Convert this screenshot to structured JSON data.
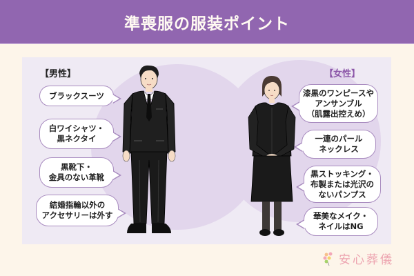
{
  "header": {
    "title": "準喪服の服装ポイント",
    "bg_color": "#9166b0"
  },
  "male": {
    "label": "【男性】",
    "points": [
      {
        "lines": [
          "ブラックスーツ"
        ]
      },
      {
        "lines": [
          "白ワイシャツ・",
          "黒ネクタイ"
        ]
      },
      {
        "lines": [
          "黒靴下・",
          "金具のない革靴"
        ]
      },
      {
        "lines": [
          "結婚指輪以外の",
          "アクセサリーは外す"
        ]
      }
    ]
  },
  "female": {
    "label": "【女性】",
    "points": [
      {
        "lines": [
          "漆黒のワンピースや",
          "アンサンブル",
          "（肌露出控えめ）"
        ]
      },
      {
        "lines": [
          "一連のパール",
          "ネックレス"
        ]
      },
      {
        "lines": [
          "黒ストッキング・",
          "布製または光沢の",
          "ないパンプス"
        ]
      },
      {
        "lines": [
          "華美なメイク・",
          "ネイルはNG"
        ]
      }
    ]
  },
  "logo": {
    "text": "安心葬儀",
    "color": "#eda4b0"
  }
}
